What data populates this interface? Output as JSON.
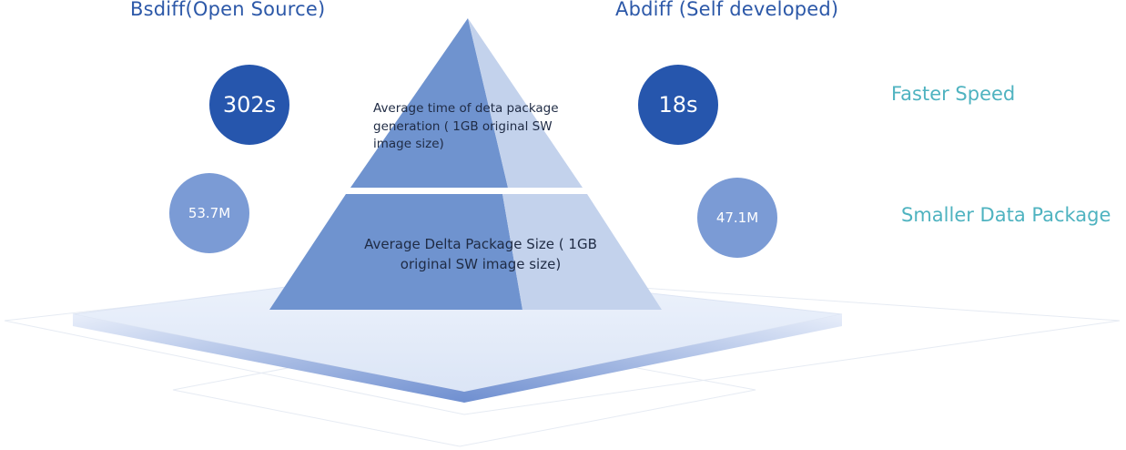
{
  "columns": {
    "left_title": "Bsdiff(Open Source)",
    "right_title": "Abdiff (Self developed)"
  },
  "rows": {
    "speed_label": "Faster Speed",
    "size_label": "Smaller Data Package"
  },
  "pyramid": {
    "top_text": "Average time of deta package generation ( 1GB original SW image size)",
    "bottom_text": "Average Delta Package Size ( 1GB original SW image size)"
  },
  "values": {
    "bsdiff_time": "302s",
    "abdiff_time": "18s",
    "bsdiff_size": "53.7M",
    "abdiff_size": "47.1M"
  },
  "colors": {
    "pyramid_dark": "#6f93cf",
    "pyramid_light": "#c3d2ec",
    "bubble_dark": "#2656ad",
    "bubble_light": "#7b9bd5",
    "title_blue": "#2c58a8",
    "label_teal": "#4fb3c0"
  }
}
